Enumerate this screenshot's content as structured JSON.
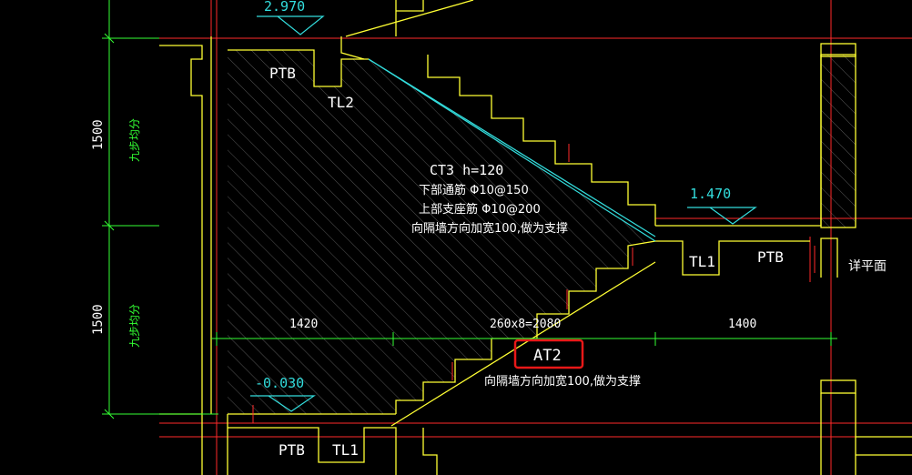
{
  "colors": {
    "background": "#000000",
    "wall": "#ffff33",
    "axis": "#ff2a2a",
    "dimension": "#33ff33",
    "slab": "#33dddd",
    "text": "#ffffff",
    "hatch": "#777777",
    "elevation": "#33dddd",
    "highlight": "#e81818"
  },
  "labels": {
    "ptb_top": "PTB",
    "tl2": "TL2",
    "ct3_title": "CT3 h=120",
    "ct3_line1": "下部通筋 Φ10@150",
    "ct3_line2": "上部支座筋 Φ10@200",
    "ct3_line3": "向隔墙方向加宽100,做为支撑",
    "tl1_right": "TL1",
    "ptb_right": "PTB",
    "detail_plan": "详平面",
    "at2": "AT2",
    "at2_note": "向隔墙方向加宽100,做为支撑",
    "ptb_bottom": "PTB",
    "tl1_bottom": "TL1"
  },
  "elevations": {
    "top": "2.970",
    "mid": "1.470",
    "bottom": "-0.030"
  },
  "dimensions": {
    "left_upper": "1500",
    "left_upper_note": "九步均分",
    "left_lower": "1500",
    "left_lower_note": "九步均分",
    "bottom_left": "1420",
    "bottom_mid": "260x8=2080",
    "bottom_right": "1400"
  }
}
